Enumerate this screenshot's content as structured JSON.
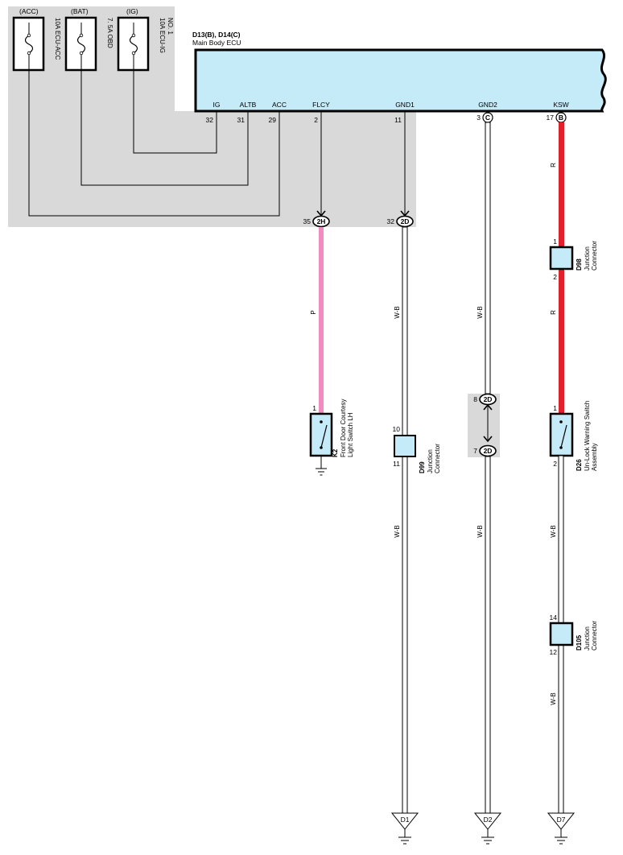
{
  "fuses": [
    {
      "supply": "(ACC)",
      "label": "10A ECU-ACC",
      "label2": ""
    },
    {
      "supply": "(BAT)",
      "label": "7. 5A OBD",
      "label2": ""
    },
    {
      "supply": "(IG)",
      "label": "10A ECU-IG",
      "label2": "NO. 1"
    }
  ],
  "ecu": {
    "code": "D13(B), D14(C)",
    "name": "Main Body ECU",
    "terminals": [
      {
        "name": "IG",
        "pin": "32"
      },
      {
        "name": "ALTB",
        "pin": "31"
      },
      {
        "name": "ACC",
        "pin": "29"
      },
      {
        "name": "FLCY",
        "pin": "2"
      },
      {
        "name": "GND1",
        "pin": "11"
      },
      {
        "name": "GND2",
        "pin": "3",
        "conn": "C"
      },
      {
        "name": "KSW",
        "pin": "17",
        "conn": "B"
      }
    ]
  },
  "inline_connectors": {
    "flcy": {
      "pin": "35",
      "code": "2H"
    },
    "gnd1": {
      "pin": "32",
      "code": "2D"
    },
    "gnd2_top": {
      "pin": "8",
      "code": "2D"
    },
    "gnd2_bottom": {
      "pin": "7",
      "code": "2D"
    }
  },
  "wire_colors": {
    "flcy": "P",
    "gnd1_upper": "W-B",
    "gnd1_lower": "W-B",
    "gnd2_upper": "W-B",
    "gnd2_lower": "W-B",
    "ksw_upper": "R",
    "ksw_middle": "R",
    "ksw_lower": "W-B",
    "ksw_bottom": "W-B"
  },
  "components": {
    "k2": {
      "code": "K2",
      "name": "Front Door Courtesy",
      "name2": "Light Switch LH",
      "pin": "1"
    },
    "d99": {
      "code": "D99",
      "name": "Junction",
      "name2": "Connector",
      "pin_top": "10",
      "pin_bottom": "11"
    },
    "d98": {
      "code": "D98",
      "name": "Junction",
      "name2": "Connector",
      "pin_top": "1",
      "pin_bottom": "2"
    },
    "d26": {
      "code": "D26",
      "name": "Un-Lock Warning Switch",
      "name2": "Assembly",
      "pin_top": "1",
      "pin_bottom": "2"
    },
    "d105": {
      "code": "D105",
      "name": "Junction",
      "name2": "Connector",
      "pin_top": "14",
      "pin_bottom": "12"
    }
  },
  "grounds": [
    "D1",
    "D2",
    "D7"
  ],
  "colors": {
    "shade": "#d9d9d9",
    "ecu_fill": "#c5eaf8",
    "box_fill": "#c5eaf8",
    "red_wire": "#e0202a",
    "pink_wire": "#f08cc0"
  }
}
